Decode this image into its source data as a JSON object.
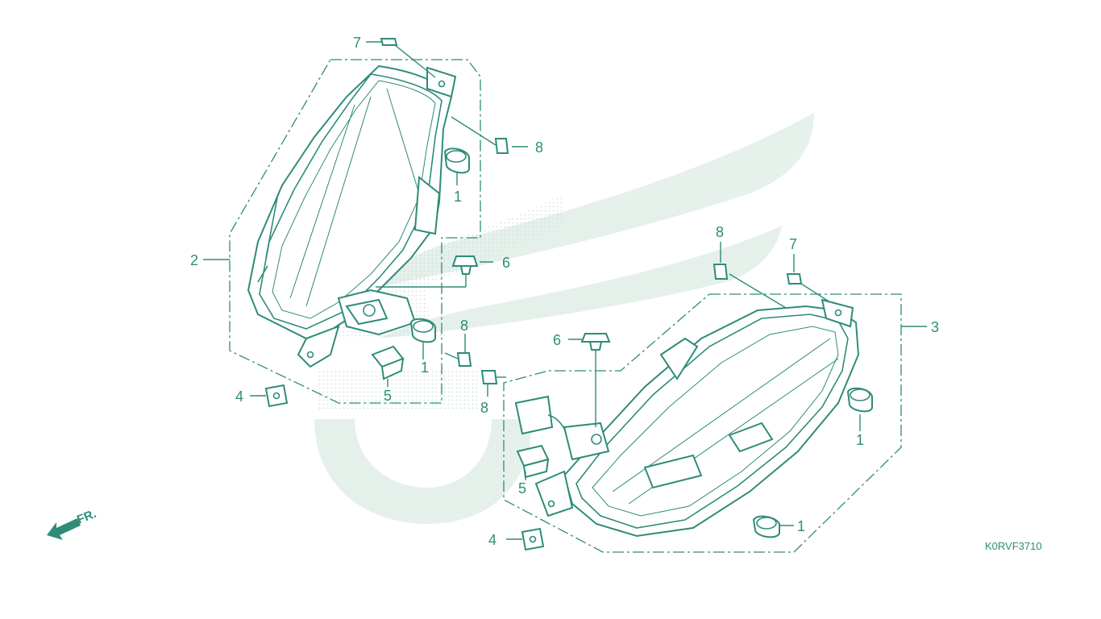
{
  "diagram": {
    "drawing_code": "K0RVF3710",
    "direction_label": "FR.",
    "callouts": {
      "left_assembly": "2",
      "right_assembly": "3",
      "left_top_screw": "7",
      "left_side_screw": "8",
      "left_upper_cap": "1",
      "left_grommet": "6",
      "left_lower_cap": "1",
      "left_mid_screw": "8",
      "left_lower_screw": "8",
      "left_socket": "5",
      "left_nut": "4",
      "right_top_screw_8": "8",
      "right_top_screw_7": "7",
      "right_grommet": "6",
      "right_side_cap": "1",
      "right_bottom_cap": "1",
      "right_socket": "5",
      "right_nut": "4"
    },
    "colors": {
      "line": "#2e8c78",
      "watermark": "#e3efe9"
    }
  }
}
